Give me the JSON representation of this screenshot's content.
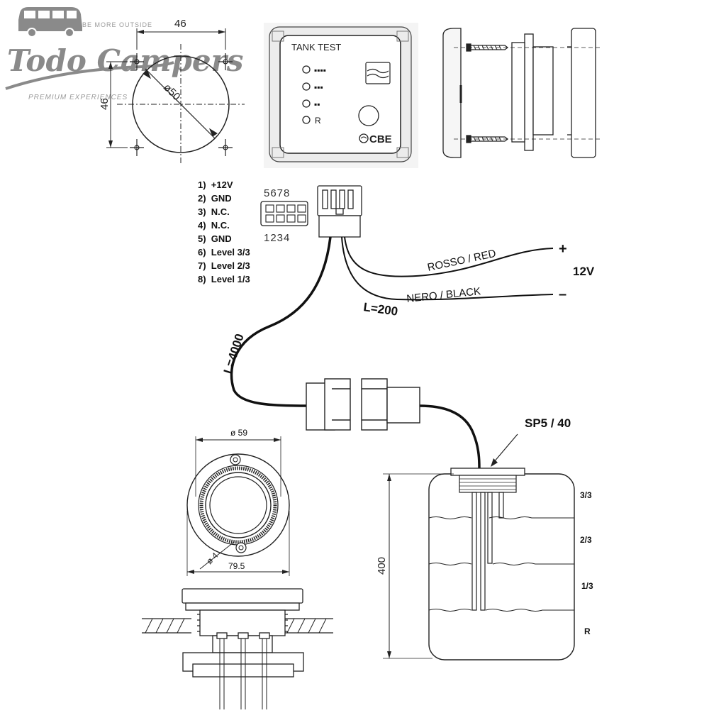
{
  "logo": {
    "tagline": "BE MORE OUTSIDE",
    "name": "Todo Campers",
    "subtitle": "PREMIUM EXPERIENCES"
  },
  "panel": {
    "title": "TANK TEST",
    "brand": "CBE",
    "led_labels": [
      "▪▪▪▪",
      "▪▪▪",
      "▪▪",
      "R"
    ]
  },
  "cutout": {
    "width": "46",
    "height": "46",
    "diameter": "ø50"
  },
  "connector": {
    "top_numbers": "5678",
    "bottom_numbers": "1234"
  },
  "pinout": [
    "1)  +12V",
    "2)  GND",
    "3)  N.C.",
    "4)  N.C.",
    "5)  GND",
    "6)  Level 3/3",
    "7)  Level 2/3",
    "8)  Level 1/3"
  ],
  "wiring": {
    "red": "ROSSO / RED",
    "black": "NERO / BLACK",
    "plus": "+",
    "minus": "–",
    "voltage": "12V",
    "short_cable": "L=200",
    "long_cable": "L=4000"
  },
  "sensor": {
    "model": "SP5 / 40",
    "height": "400",
    "levels": [
      "3/3",
      "2/3",
      "1/3",
      "R"
    ]
  },
  "flange": {
    "inner_diameter": "ø 59",
    "outer_width": "79.5",
    "hole": "ø 4"
  }
}
